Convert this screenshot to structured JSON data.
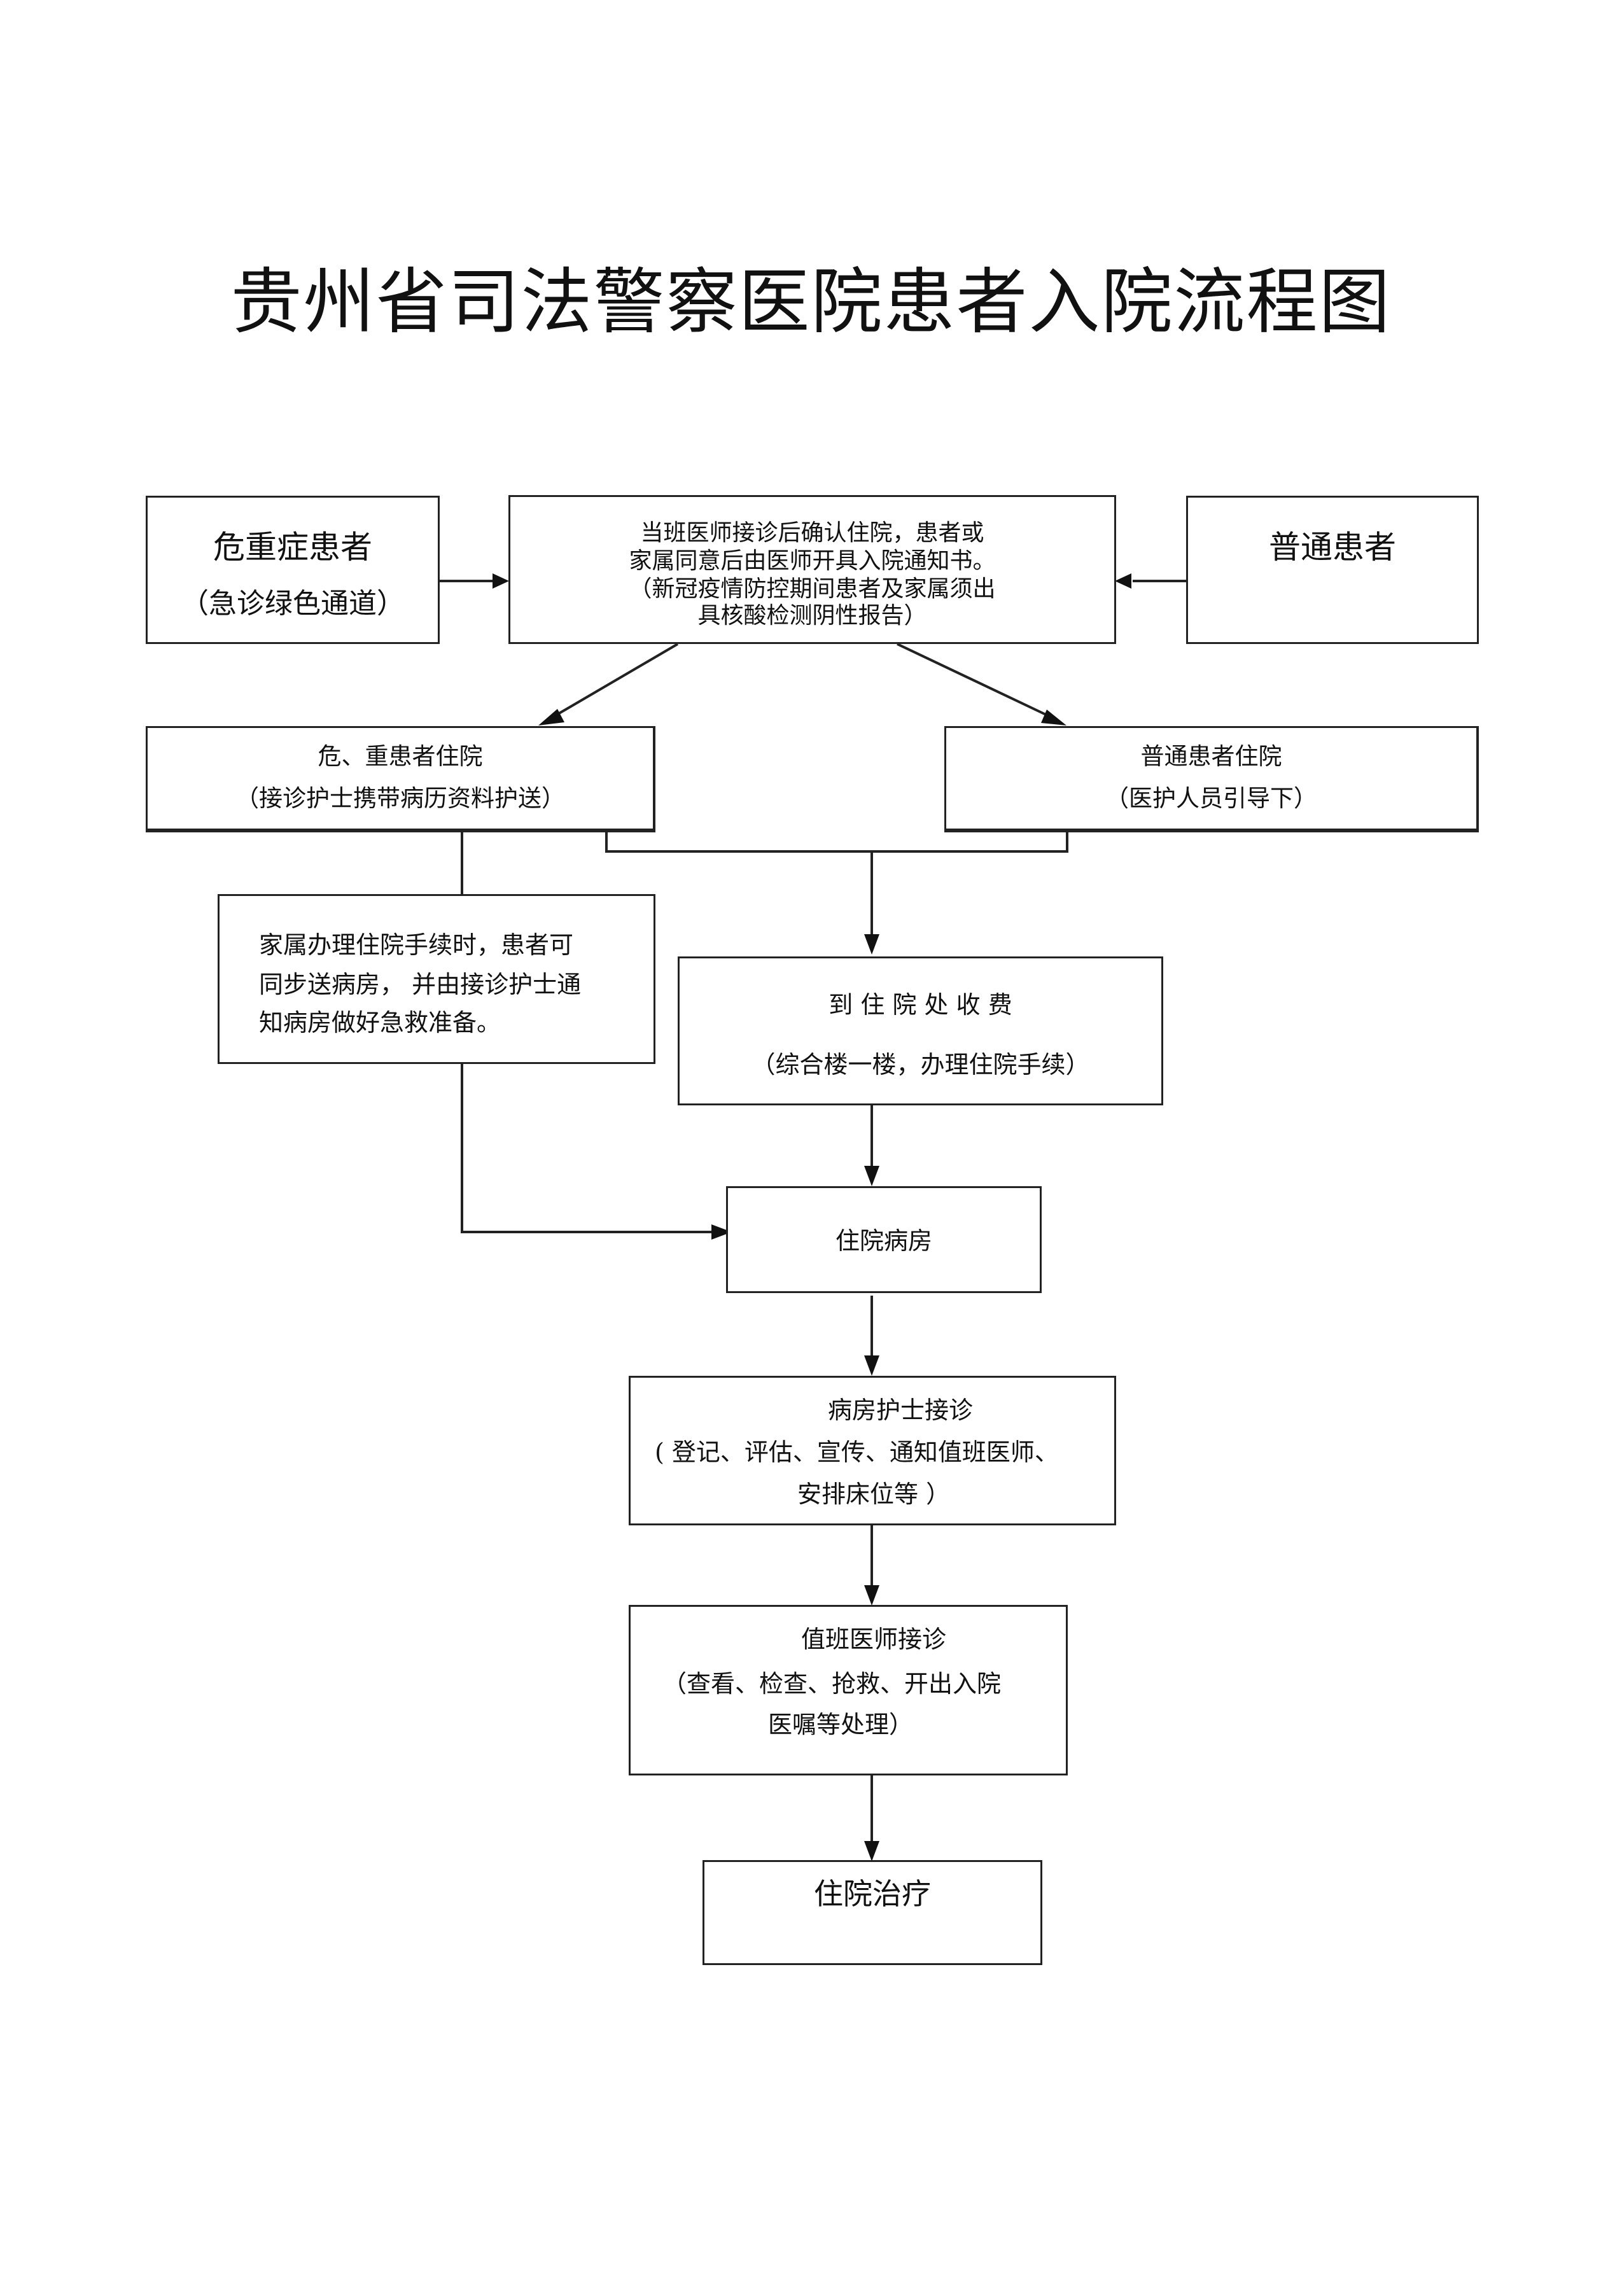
{
  "title": "贵州省司法警察医院患者入院流程图",
  "boxes": {
    "critical": {
      "label": "危重症患者",
      "sub": "（急诊绿色通道）"
    },
    "doctor_confirm": {
      "lines": [
        "当班医师接诊后确认住院，患者或",
        "家属同意后由医师开具入院通知书。",
        "（新冠疫情防控期间患者及家属须出",
        "具核酸检测阴性报告）"
      ]
    },
    "normal": {
      "label": "普通患者"
    },
    "critical_admit": {
      "label": "危、重患者住院",
      "sub": "（接诊护士携带病历资料护送）"
    },
    "normal_admit": {
      "label": "普通患者住院",
      "sub": "（医护人员引导下）"
    },
    "family_note": {
      "lines": [
        "家属办理住院手续时，患者可",
        "同步送病房， 并由接诊护士通",
        "知病房做好急救准备。"
      ]
    },
    "billing": {
      "label": "到 住 院 处 收 费",
      "sub": "（综合楼一楼，办理住院手续）"
    },
    "ward": {
      "label": "住院病房"
    },
    "ward_nurse": {
      "label": "病房护士接诊",
      "line2": "( 登记、评估、宣传、通知值班医师、",
      "line3": "安排床位等 ）"
    },
    "duty_doctor": {
      "label": "值班医师接诊",
      "line2": "（查看、检查、抢救、开出入院",
      "line3": "医嘱等处理）"
    },
    "treatment": {
      "label": "住院治疗"
    }
  }
}
